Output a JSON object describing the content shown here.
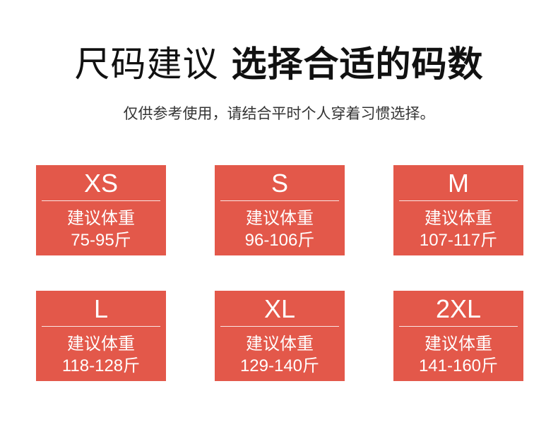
{
  "header": {
    "title_light": "尺码建议",
    "title_bold": "选择合适的码数",
    "subtitle": "仅供参考使用，请结合平时个人穿着习惯选择。"
  },
  "colors": {
    "card_background": "#e3584a",
    "card_text": "#ffffff",
    "title_text": "#111111",
    "subtitle_text": "#333333"
  },
  "sizes": [
    {
      "size": "XS",
      "label": "建议体重",
      "range": "75-95斤"
    },
    {
      "size": "S",
      "label": "建议体重",
      "range": "96-106斤"
    },
    {
      "size": "M",
      "label": "建议体重",
      "range": "107-117斤"
    },
    {
      "size": "L",
      "label": "建议体重",
      "range": "118-128斤"
    },
    {
      "size": "XL",
      "label": "建议体重",
      "range": "129-140斤"
    },
    {
      "size": "2XL",
      "label": "建议体重",
      "range": "141-160斤"
    }
  ]
}
